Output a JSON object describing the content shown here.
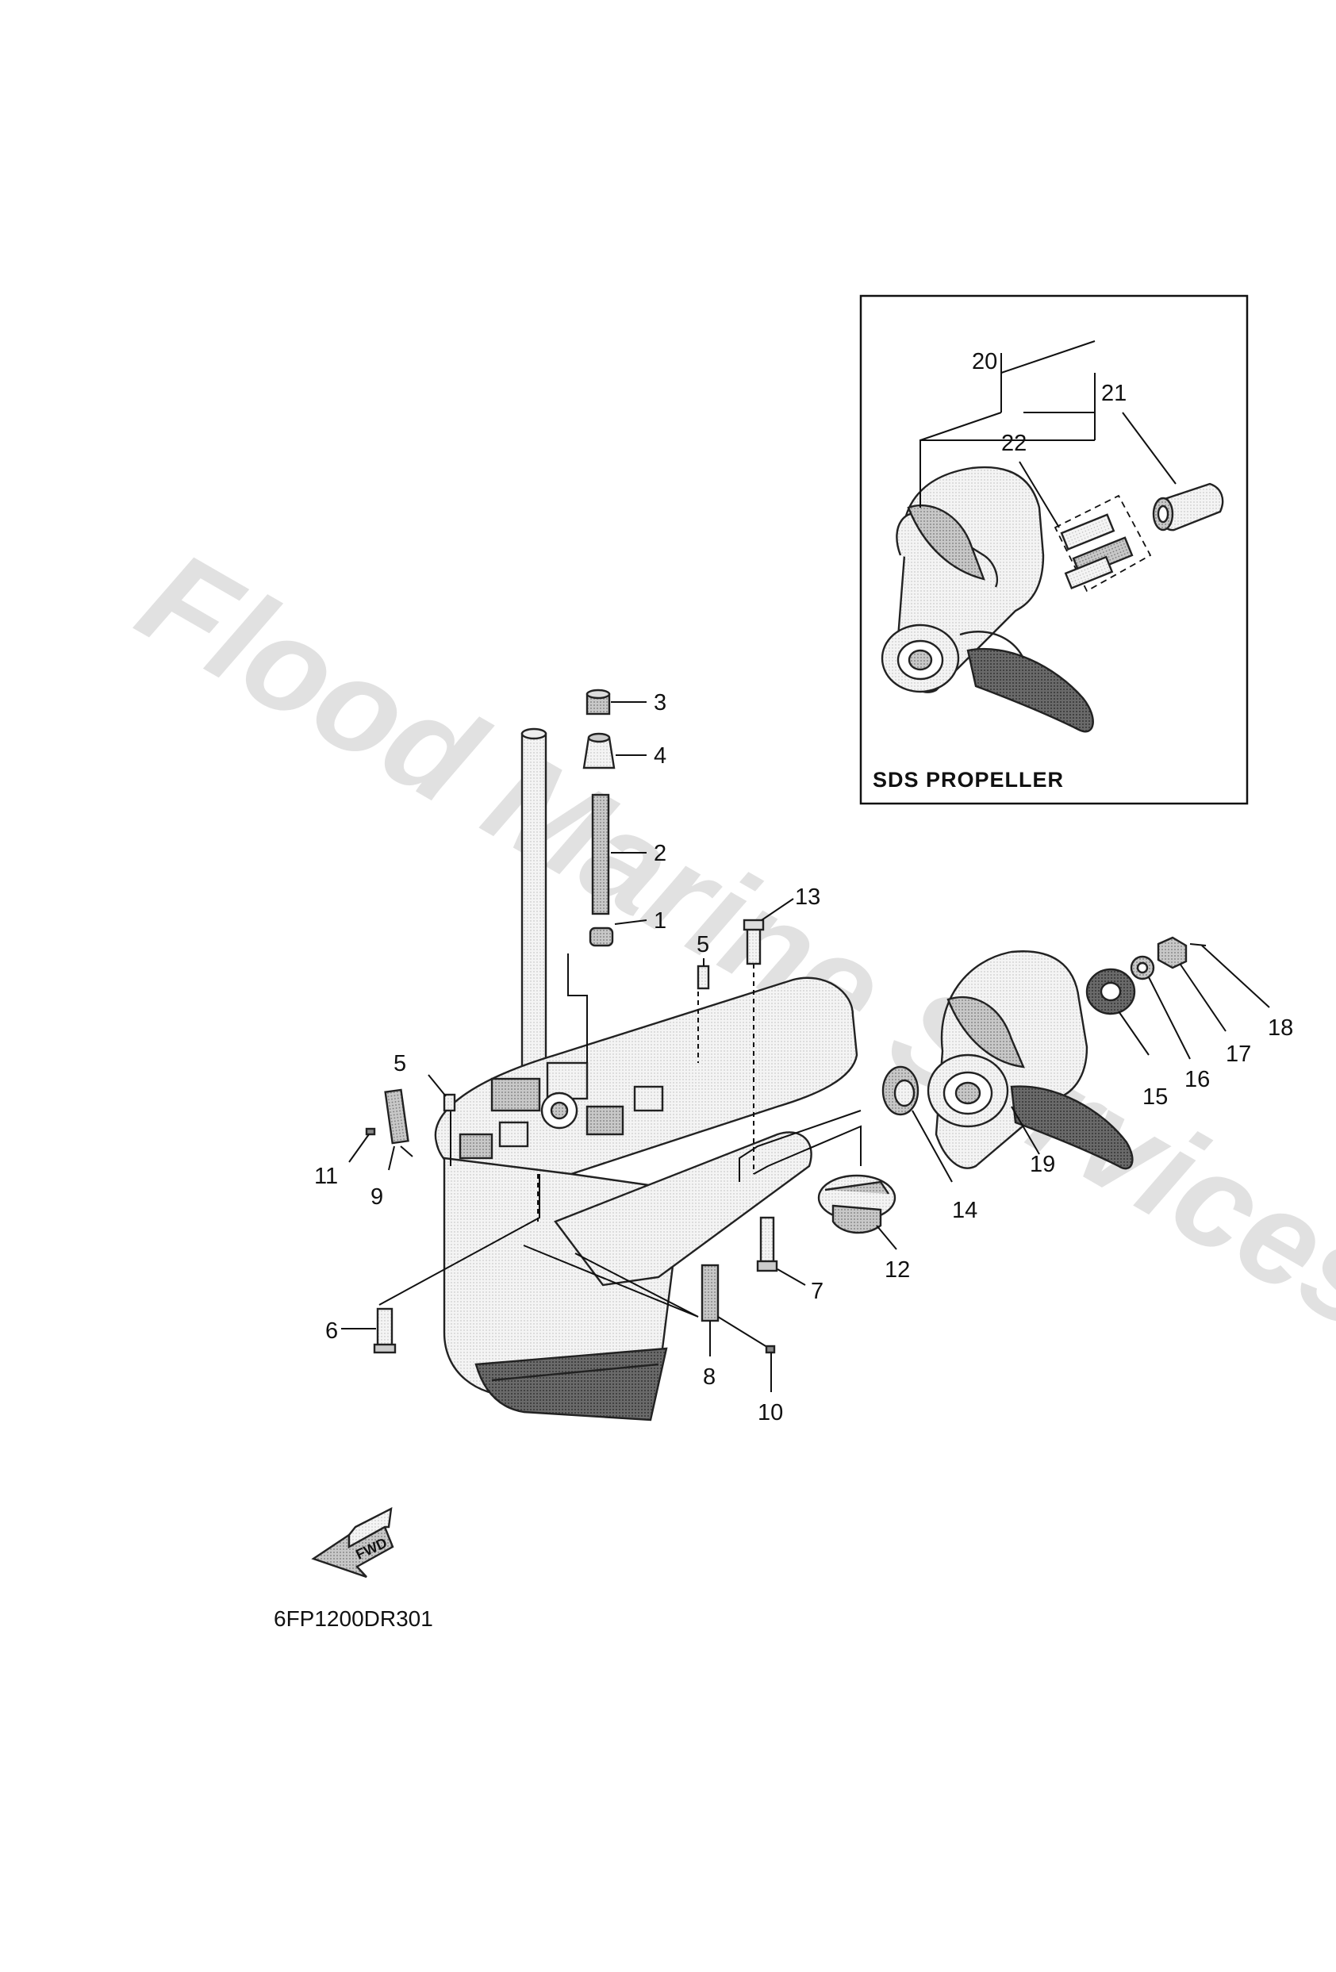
{
  "callouts": {
    "c1": "1",
    "c2": "2",
    "c3": "3",
    "c4": "4",
    "c5a": "5",
    "c5b": "5",
    "c6": "6",
    "c7": "7",
    "c8": "8",
    "c9": "9",
    "c10": "10",
    "c11": "11",
    "c12": "12",
    "c13": "13",
    "c14": "14",
    "c15": "15",
    "c16": "16",
    "c17": "17",
    "c18": "18",
    "c19": "19",
    "c20": "20",
    "c21": "21",
    "c22": "22"
  },
  "inset": {
    "label": "SDS PROPELLER"
  },
  "fwd_arrow": {
    "label": "FWD"
  },
  "diagram_code": "6FP1200DR301",
  "watermark": {
    "line1": "Flood Marine Services"
  },
  "icons": {
    "direction": "fwd-arrow-icon"
  }
}
